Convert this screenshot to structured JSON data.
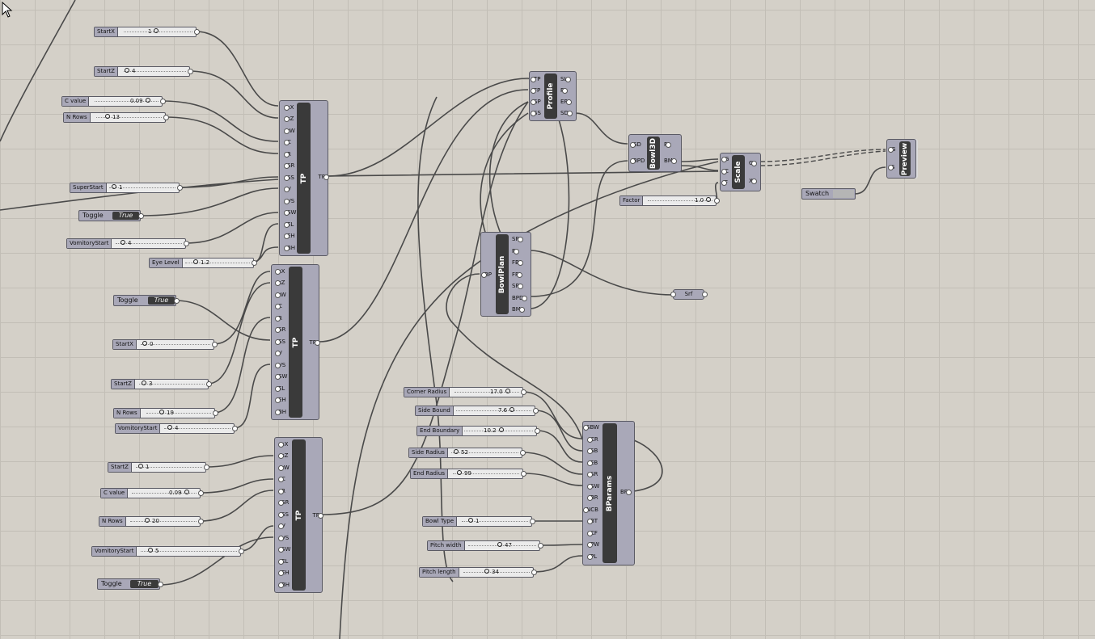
{
  "sliders": [
    {
      "id": "startx1",
      "label": "StartX",
      "value": "1"
    },
    {
      "id": "startz1",
      "label": "StartZ",
      "value": "4"
    },
    {
      "id": "cvalue1",
      "label": "C value",
      "value": "0.09"
    },
    {
      "id": "nrows1",
      "label": "N Rows",
      "value": "13"
    },
    {
      "id": "superstart",
      "label": "SuperStart",
      "value": "1"
    },
    {
      "id": "vomstart1",
      "label": "VomitoryStart",
      "value": "4"
    },
    {
      "id": "eyelevel",
      "label": "Eye Level",
      "value": "1.2"
    },
    {
      "id": "startx2",
      "label": "StartX",
      "value": "0"
    },
    {
      "id": "startz2",
      "label": "StartZ",
      "value": "3"
    },
    {
      "id": "nrows2",
      "label": "N Rows",
      "value": "19"
    },
    {
      "id": "vomstart2",
      "label": "VomitoryStart",
      "value": "4"
    },
    {
      "id": "startz3",
      "label": "StartZ",
      "value": "1"
    },
    {
      "id": "cvalue3",
      "label": "C value",
      "value": "0.09"
    },
    {
      "id": "nrows3",
      "label": "N Rows",
      "value": "20"
    },
    {
      "id": "vomstart3",
      "label": "VomitoryStart",
      "value": "5"
    },
    {
      "id": "factor",
      "label": "Factor",
      "value": "1.0"
    },
    {
      "id": "cornerradius",
      "label": "Corner Radius",
      "value": "17.0"
    },
    {
      "id": "sidebound",
      "label": "Side Bound",
      "value": "7.6"
    },
    {
      "id": "endboundary",
      "label": "End Boundary",
      "value": "10.2"
    },
    {
      "id": "sideradius",
      "label": "Side Radius",
      "value": "52"
    },
    {
      "id": "endradius",
      "label": "End Radius",
      "value": "99"
    },
    {
      "id": "bowltype",
      "label": "Bowl Type",
      "value": "1"
    },
    {
      "id": "pitchwidth",
      "label": "Pitch width",
      "value": "47"
    },
    {
      "id": "pitchlength",
      "label": "Pitch length",
      "value": "34"
    }
  ],
  "toggles": [
    {
      "id": "toggle1",
      "label": "Toggle",
      "value": "True"
    },
    {
      "id": "toggle2",
      "label": "Toggle",
      "value": "True"
    },
    {
      "id": "toggle3",
      "label": "Toggle",
      "value": "True"
    }
  ],
  "components": {
    "tp1": {
      "title": "TP",
      "inputs": [
        "sX",
        "sZ",
        "rW",
        "C",
        "R",
        "SR",
        "SS",
        "V",
        "VS",
        "SW",
        "EL",
        "EH",
        "BH"
      ],
      "outputs": [
        "TP"
      ]
    },
    "tp2": {
      "title": "TP",
      "inputs": [
        "sX",
        "sZ",
        "rW",
        "C",
        "R",
        "SR",
        "SS",
        "V",
        "VS",
        "SW",
        "EL",
        "EH",
        "BH"
      ],
      "outputs": [
        "TP"
      ]
    },
    "tp3": {
      "title": "TP",
      "inputs": [
        "sX",
        "sZ",
        "rW",
        "C",
        "R",
        "SR",
        "SS",
        "V",
        "VS",
        "SW",
        "EL",
        "EH",
        "BH"
      ],
      "outputs": [
        "TP"
      ]
    },
    "profile": {
      "title": "Profile",
      "inputs": [
        "TP",
        "FP",
        "SP",
        "SS"
      ],
      "outputs": [
        "SL",
        "P",
        "EP",
        "SD"
      ]
    },
    "bowl3d": {
      "title": "Bowl3D",
      "inputs": [
        "SD",
        "BPD"
      ],
      "outputs": [
        "P",
        "BM"
      ]
    },
    "scale": {
      "title": "Scale",
      "inputs": [
        "G",
        "C",
        "F"
      ],
      "outputs": [
        "G",
        "X"
      ]
    },
    "bowlplan": {
      "title": "BowlPlan",
      "inputs": [
        "BP"
      ],
      "outputs": [
        "SP",
        "P",
        "FB",
        "FP",
        "SP",
        "BPD",
        "BM"
      ]
    },
    "bparams": {
      "title": "BParams",
      "inputs": [
        "SBW",
        "CR",
        "SB",
        "EB",
        "SR",
        "SW",
        "BR",
        "NCB",
        "BT",
        "CF",
        "PW",
        "PL"
      ],
      "outputs": [
        "BP"
      ]
    },
    "preview": {
      "title": "Preview",
      "inputs": [
        "G",
        "S"
      ]
    }
  },
  "panel": {
    "label": "Srf"
  },
  "swatch": {
    "label": "Swatch"
  }
}
